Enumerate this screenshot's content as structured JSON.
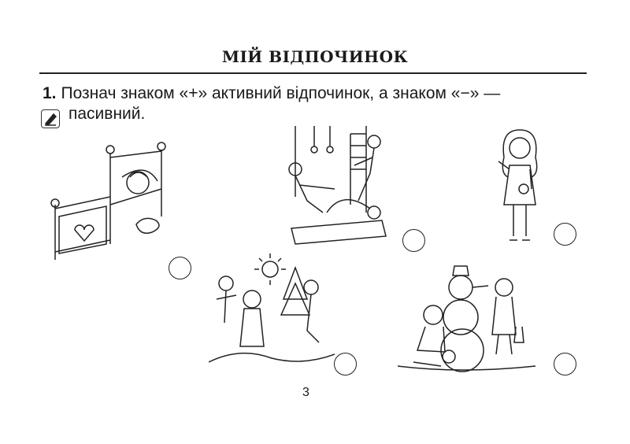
{
  "page": {
    "title": "МІЙ ВІДПОЧИНОК",
    "task": {
      "number": "1.",
      "text_line1": "Познач знаком «+» активний відпочинок, а знаком «−» —",
      "text_line2": "пасивний.",
      "icon": "pencil-icon"
    },
    "pictures": [
      {
        "name": "sleeping-girl-in-bed",
        "answer": ""
      },
      {
        "name": "children-in-gym",
        "answer": ""
      },
      {
        "name": "girl-with-doll",
        "answer": ""
      },
      {
        "name": "children-in-spring-forest",
        "answer": ""
      },
      {
        "name": "children-building-snowman",
        "answer": ""
      }
    ],
    "page_number": "3"
  }
}
